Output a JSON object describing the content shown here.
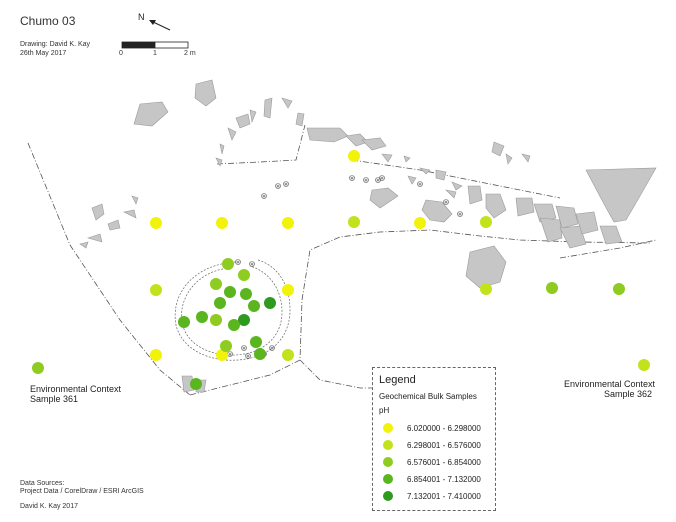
{
  "title": "Chumo 03",
  "credit": {
    "drawing": "Drawing: David K. Kay",
    "date": "26th May 2017"
  },
  "north_label": "N",
  "scale": {
    "labels": [
      "0",
      "1",
      "2 m"
    ]
  },
  "env_left": {
    "line1": "Environmental Context",
    "line2": "Sample 361"
  },
  "env_right": {
    "line1": "Environmental Context",
    "line2": "Sample 362"
  },
  "legend": {
    "title": "Legend",
    "subtitle": "Geochemical Bulk Samples",
    "variable": "pH",
    "classes": [
      {
        "label": "6.020000 - 6.298000",
        "color": "#f2f20a"
      },
      {
        "label": "6.298001 - 6.576000",
        "color": "#c4e21c"
      },
      {
        "label": "6.576001 - 6.854000",
        "color": "#8fcc21"
      },
      {
        "label": "6.854001 - 7.132000",
        "color": "#5bb51f"
      },
      {
        "label": "7.132001 - 7.410000",
        "color": "#2e9a1f"
      }
    ]
  },
  "sources": {
    "line1": "Data Sources:",
    "line2": "Project Data / CorelDraw / ESRI ArcGIS"
  },
  "author": "David K. Kay 2017",
  "colors": {
    "stone_fill": "#c6c6c6",
    "stone_stroke": "#9a9a9a",
    "line": "#555555"
  }
}
